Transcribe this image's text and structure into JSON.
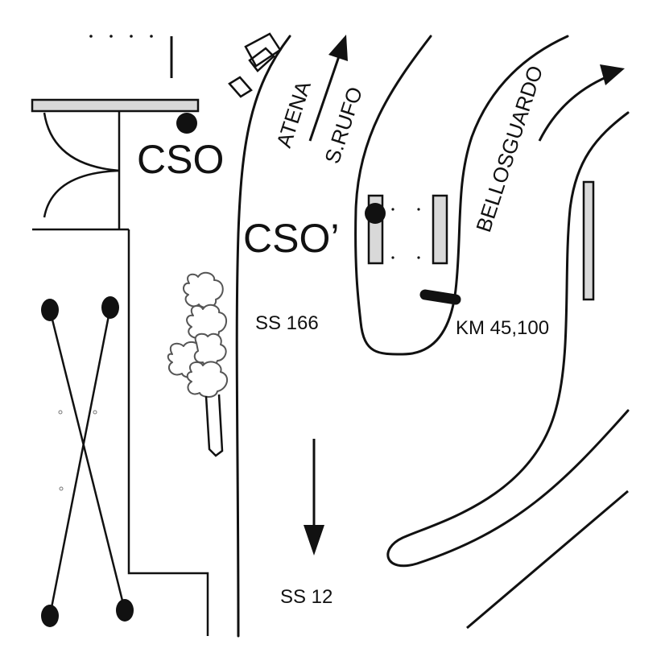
{
  "labels": {
    "cso": "CSO",
    "cso_prime": "CSO’",
    "atena": "ATENA",
    "srufo": "S.RUFO",
    "bellosguardo": "BELLOSGUARDO",
    "ss166": "SS 166",
    "ss12": "SS 12",
    "km": "KM 45,100"
  },
  "colors": {
    "line": "#111111",
    "fill_grey": "#d9d9d9",
    "tree_outline": "#555555",
    "background": "#ffffff"
  },
  "icons": {
    "arrow_north": "arrow-up-icon",
    "arrow_south": "arrow-down-icon",
    "arrow_curved": "curved-arrow-icon",
    "tree": "tree-icon"
  }
}
